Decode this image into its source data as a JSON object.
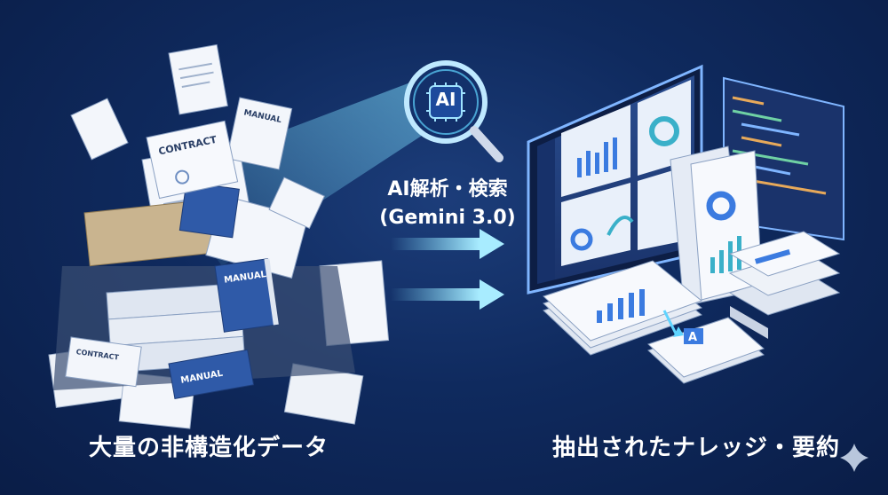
{
  "left_caption": "大量の非構造化データ",
  "right_caption": "抽出されたナレッジ・要約",
  "process": {
    "line1": "AI解析・検索",
    "line2": "(Gemini 3.0)",
    "chip_label": "AI"
  },
  "document_labels": {
    "contract": "CONTRACT",
    "manual": "MANUAL",
    "summary_badge": "A"
  },
  "colors": {
    "background": "#0f2a5e",
    "accent_cyan": "#5fd4ff",
    "book_blue": "#2f5aa8",
    "paper": "#f3f6fb"
  },
  "icons": [
    "magnifier-icon",
    "ai-chip-icon",
    "arrow-right-icon",
    "sparkle-icon"
  ]
}
